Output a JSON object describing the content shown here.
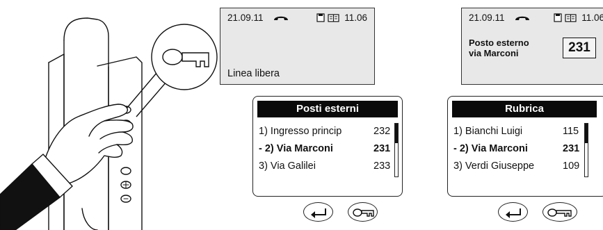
{
  "status": {
    "date": "21.09.11",
    "time": "11.06",
    "icons": [
      "handset-icon",
      "memory-card-icon",
      "list-icon"
    ]
  },
  "screen1": {
    "message": "Linea libera"
  },
  "screen2": {
    "line1": "Posto esterno",
    "line2": "via Marconi",
    "code": "231"
  },
  "menu1": {
    "title": "Posti esterni",
    "items": [
      {
        "label": "1) Ingresso princip",
        "value": "232",
        "selected": false
      },
      {
        "label": "- 2) Via Marconi",
        "value": "231",
        "selected": true
      },
      {
        "label": "3) Via Galilei",
        "value": "233",
        "selected": false
      }
    ]
  },
  "menu2": {
    "title": "Rubrica",
    "items": [
      {
        "label": "1) Bianchi Luigi",
        "value": "115",
        "selected": false
      },
      {
        "label": "- 2) Via Marconi",
        "value": "231",
        "selected": true
      },
      {
        "label": "3) Verdi Giuseppe",
        "value": "109",
        "selected": false
      }
    ]
  },
  "buttons": [
    "enter-icon",
    "key-icon"
  ]
}
